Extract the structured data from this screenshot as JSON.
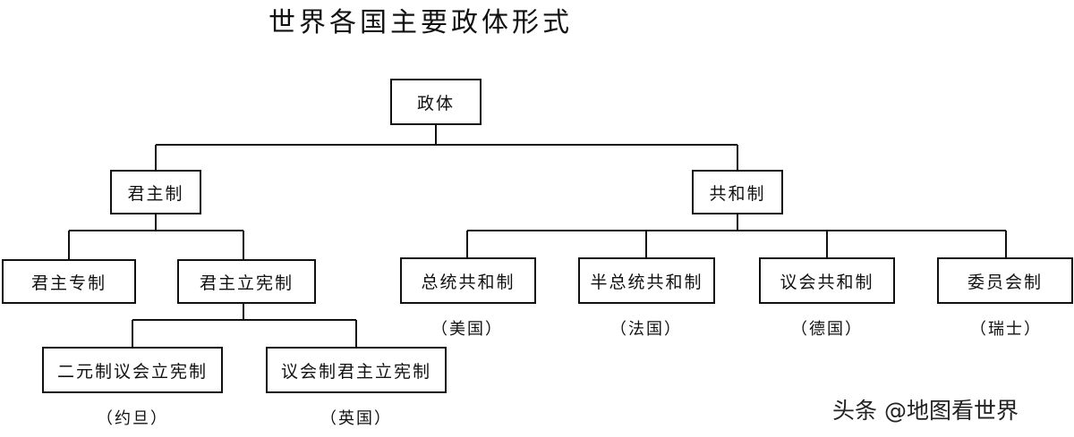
{
  "title": "世界各国主要政体形式",
  "nodes": {
    "root": "政体",
    "monarchy": "君主制",
    "republic": "共和制",
    "absolute_monarchy": "君主专制",
    "constitutional_monarchy": "君主立宪制",
    "dual_constitutional": "二元制议会立宪制",
    "parliamentary_constitutional": "议会制君主立宪制",
    "presidential_republic": "总统共和制",
    "semi_presidential_republic": "半总统共和制",
    "parliamentary_republic": "议会共和制",
    "committee_system": "委员会制"
  },
  "examples": {
    "jordan": "（约旦）",
    "uk": "（英国）",
    "usa": "（美国）",
    "france": "（法国）",
    "germany": "（德国）",
    "switzerland": "（瑞士）"
  },
  "watermark": "头条 @地图看世界",
  "colors": {
    "line": "#111111",
    "background": "#ffffff"
  }
}
